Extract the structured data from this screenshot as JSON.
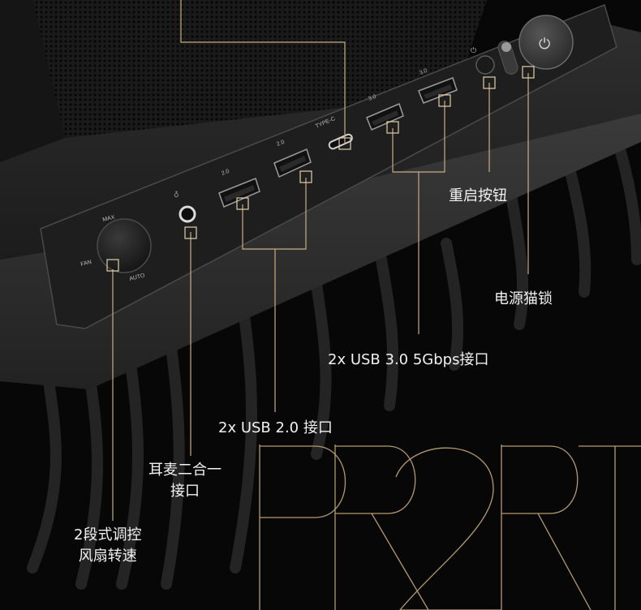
{
  "panel_labels": {
    "fan_max": "MAX",
    "fan_fan": "FAN",
    "fan_auto": "AUTO",
    "usb2_a": "2.0",
    "usb2_b": "2.0",
    "type_c": "TYPE-C",
    "usb3_a": "3.0",
    "usb3_b": "3.0"
  },
  "callouts": {
    "reset_button": "重启按钮",
    "power_lock": "电源猫锁",
    "usb3": "2x USB 3.0 5Gbps接口",
    "usb2": "2x USB 2.0 接口",
    "headset_line1": "耳麦二合一",
    "headset_line2": "接口",
    "fan_line1": "2段式调控",
    "fan_line2": "风扇转速"
  },
  "logo": {
    "letters": "PR2RT"
  },
  "colors": {
    "background": "#070707",
    "case_body": "#2b2b2b",
    "panel": "#1e1e1e",
    "leader_line": "#c9ad84",
    "logo_line": "#b59a6e",
    "text": "#f1f1f1"
  }
}
